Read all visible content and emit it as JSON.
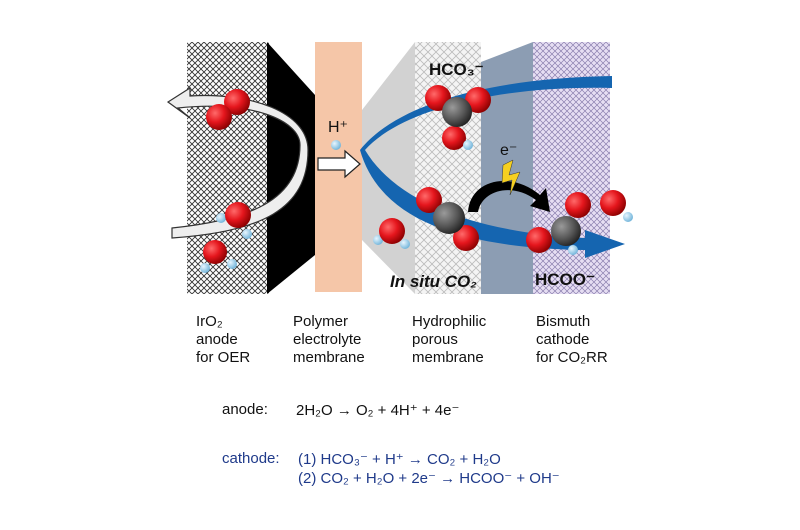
{
  "diagram": {
    "in_figure_labels": {
      "proton": "H⁺",
      "bicarbonate": "HCO₃⁻",
      "electron": "e⁻",
      "in_situ_co2": "In situ CO₂",
      "formate": "HCOO⁻"
    },
    "layer_labels": [
      {
        "line1": "IrO₂",
        "line2": "anode",
        "line3": "for OER"
      },
      {
        "line1": "Polymer",
        "line2": "electrolyte",
        "line3": "membrane"
      },
      {
        "line1": "Hydrophilic",
        "line2": "porous",
        "line3": "membrane"
      },
      {
        "line1": "Bismuth",
        "line2": "cathode",
        "line3": "for CO₂RR"
      }
    ],
    "equations": {
      "anode_label": "anode:",
      "anode": "2H₂O → O₂ + 4H⁺ + 4e⁻",
      "cathode_label": "cathode:",
      "cathode_1": "(1) HCO₃⁻ + H⁺ → CO₂ + H₂O",
      "cathode_2": "(2) CO₂ + H₂O + 2e⁻ → HCOO⁻ + OH⁻"
    },
    "colors": {
      "membrane": "#f5c6a8",
      "cathode_panel": "#8c9db3",
      "flow_blue": "#1565b0",
      "oxygen": "#e5161d",
      "carbon": "#555555",
      "hydrogen": "#9fd0ea",
      "cathode_text": "#1f3a8a"
    }
  }
}
